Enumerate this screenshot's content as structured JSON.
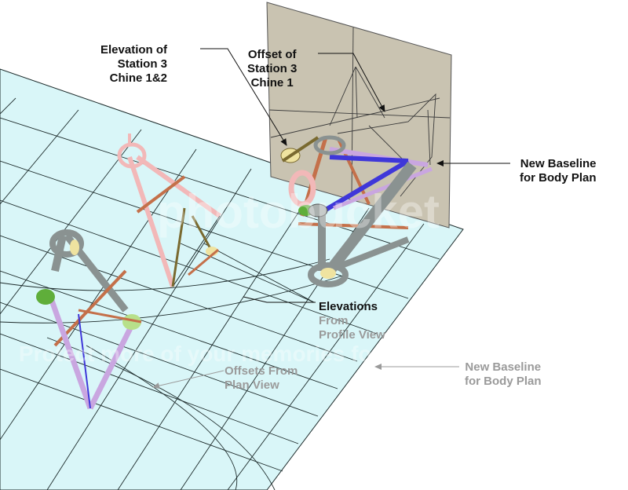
{
  "labels": {
    "elevation_station3": [
      "Elevation of",
      "Station 3",
      "Chine 1&2"
    ],
    "offset_station3": [
      "Offset of",
      "Station 3",
      "Chine 1"
    ],
    "new_baseline_top": [
      "New Baseline",
      "for Body Plan"
    ],
    "elevations_profile": [
      "Elevations",
      "From",
      "Profile View"
    ],
    "new_baseline_bottom": [
      "New Baseline",
      "for Body Plan"
    ],
    "offsets_plan": [
      "Offsets From",
      "Plan View"
    ]
  },
  "watermark": [
    "photobucket",
    "Protect more of your memories for less!"
  ],
  "colors": {
    "plane": "#d9f6f8",
    "gridline": "#1c2a2a",
    "body_plan_board": "#c9c3b1",
    "compass_pink": "#f2b8b8",
    "compass_grey": "#8a9291",
    "compass_purple": "#c9a6e0",
    "compass_blue": "#3f37d9",
    "knob_green": "#5fae3a",
    "knob_lightgreen": "#b7e08a",
    "knob_yellow": "#efe3a0",
    "rod_copper": "#c4704a",
    "label_dark": "#111111",
    "label_grey": "#9a9a9a"
  }
}
